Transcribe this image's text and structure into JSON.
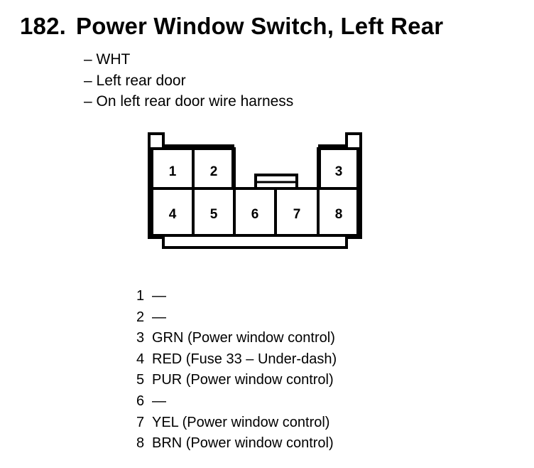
{
  "title": {
    "number": "182.",
    "text": "Power Window Switch, Left Rear"
  },
  "details": [
    "– WHT",
    "– Left rear door",
    "– On left rear door wire harness"
  ],
  "connector": {
    "top_row": [
      "1",
      "2",
      "3"
    ],
    "bottom_row": [
      "4",
      "5",
      "6",
      "7",
      "8"
    ]
  },
  "pins": [
    {
      "num": "1",
      "desc": "—"
    },
    {
      "num": "2",
      "desc": "—"
    },
    {
      "num": "3",
      "desc": "GRN (Power window control)"
    },
    {
      "num": "4",
      "desc": "RED (Fuse 33 – Under-dash)"
    },
    {
      "num": "5",
      "desc": "PUR (Power window control)"
    },
    {
      "num": "6",
      "desc": "—"
    },
    {
      "num": "7",
      "desc": "YEL (Power window control)"
    },
    {
      "num": "8",
      "desc": "BRN (Power window control)"
    }
  ]
}
